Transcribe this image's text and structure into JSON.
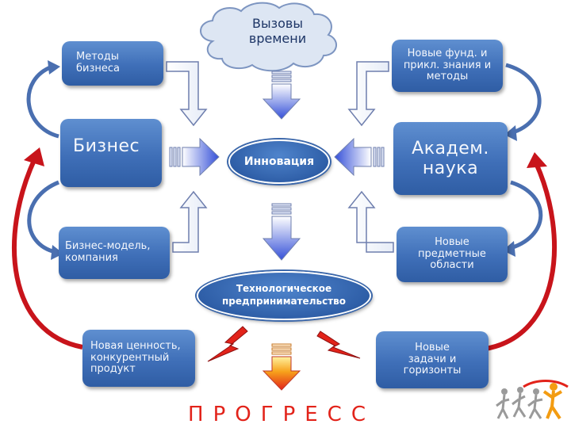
{
  "cloud": {
    "text": "Вызовы\nвремени"
  },
  "boxes": {
    "methods": "Методы\nбизнеса",
    "business": "Бизнес",
    "business_model": "Бизнес-модель,\nкомпания",
    "new_value": "Новая ценность,\nконкурентный\nпродукт",
    "new_knowledge": "Новые фунд. и\nприкл. знания и\nметоды",
    "academic": "Академ.\nнаука",
    "new_subjects": "Новые\nпредметные\nобласти",
    "new_tasks": "Новые\nзадачи и\nгоризонты"
  },
  "center": {
    "innovation": "Инновация",
    "tech_entrepreneurship": "Технологическое\nпредпринимательство"
  },
  "footer": {
    "progress": "ПРОГРЕСС"
  },
  "colors": {
    "box": "#3f6fb8",
    "arrow_blue": "#3a55d6",
    "arrow_red": "#e2231a",
    "arrow_orange": "#f39c12",
    "curve": "#4a6fb0"
  }
}
